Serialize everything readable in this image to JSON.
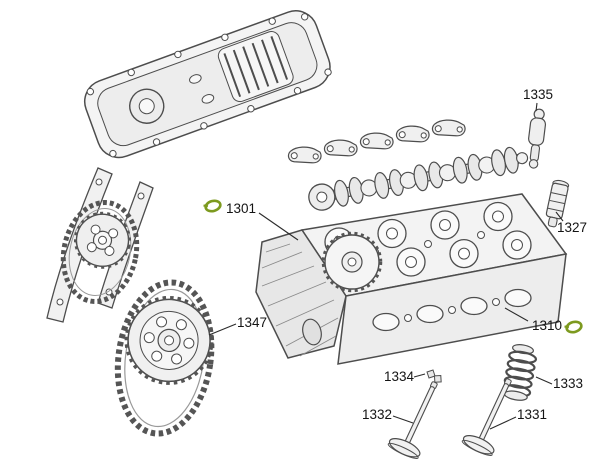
{
  "diagram": {
    "background": "#ffffff",
    "line_color": "#4d4d4d",
    "gasket_icon_color": "#7d9a1f",
    "labels": [
      {
        "text": "1335",
        "has_gasket_icon": false
      },
      {
        "text": "1327",
        "has_gasket_icon": false
      },
      {
        "text": "1301",
        "has_gasket_icon": true
      },
      {
        "text": "1310",
        "has_gasket_icon": true
      },
      {
        "text": "1347",
        "has_gasket_icon": false
      },
      {
        "text": "1334",
        "has_gasket_icon": false
      },
      {
        "text": "1333",
        "has_gasket_icon": false
      },
      {
        "text": "1332",
        "has_gasket_icon": false
      },
      {
        "text": "1331",
        "has_gasket_icon": false
      }
    ]
  }
}
